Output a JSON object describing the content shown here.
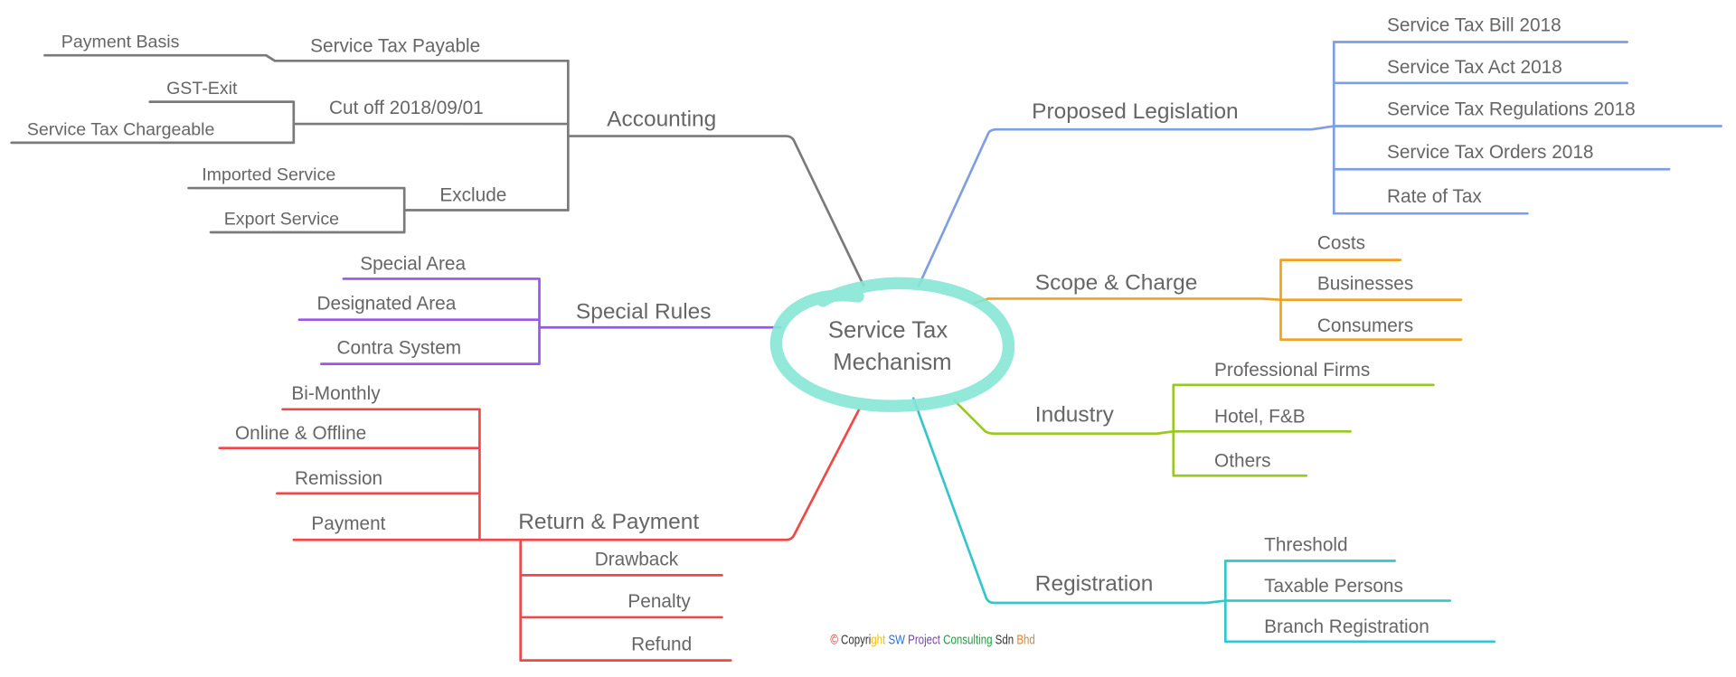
{
  "center": {
    "line1": "Service Tax",
    "line2": "Mechanism"
  },
  "colors": {
    "accounting": "#7a7a7a",
    "legislation": "#7f9fe0",
    "scope": "#f2a11f",
    "industry": "#99c920",
    "registration": "#33c7cc",
    "special": "#9b55ec",
    "return": "#f04848",
    "center": "#86e6d5"
  },
  "accounting": {
    "label": "Accounting",
    "payable": {
      "label": "Service Tax Payable",
      "children": [
        "Payment Basis"
      ]
    },
    "cutoff": {
      "label": "Cut off 2018/09/01",
      "children": [
        "GST-Exit",
        "Service Tax Chargeable"
      ]
    },
    "exclude": {
      "label": "Exclude",
      "children": [
        "Imported Service",
        "Export Service"
      ]
    }
  },
  "legislation": {
    "label": "Proposed Legislation",
    "children": [
      "Service Tax Bill 2018",
      "Service Tax Act 2018",
      "Service Tax Regulations 2018",
      "Service Tax Orders 2018",
      "Rate of Tax"
    ]
  },
  "scope": {
    "label": "Scope & Charge",
    "children": [
      "Costs",
      "Businesses",
      "Consumers"
    ]
  },
  "industry": {
    "label": "Industry",
    "children": [
      "Professional Firms",
      "Hotel, F&B",
      "Others"
    ]
  },
  "registration": {
    "label": "Registration",
    "children": [
      "Threshold",
      "Taxable Persons",
      "Branch Registration"
    ]
  },
  "special": {
    "label": "Special Rules",
    "children": [
      "Special Area",
      "Designated Area",
      "Contra System"
    ]
  },
  "returnpay": {
    "label": "Return & Payment",
    "up": [
      "Bi-Monthly",
      "Online & Offline",
      "Remission",
      "Payment"
    ],
    "down": [
      "Drawback",
      "Penalty",
      "Refund"
    ]
  },
  "copyright": {
    "c": "©",
    "w1": "Copyri",
    "w2": "ght",
    "w3": "SW",
    "w4": "Project",
    "w5": "Consulting",
    "w6": "Sdn",
    "w7": "Bhd"
  }
}
